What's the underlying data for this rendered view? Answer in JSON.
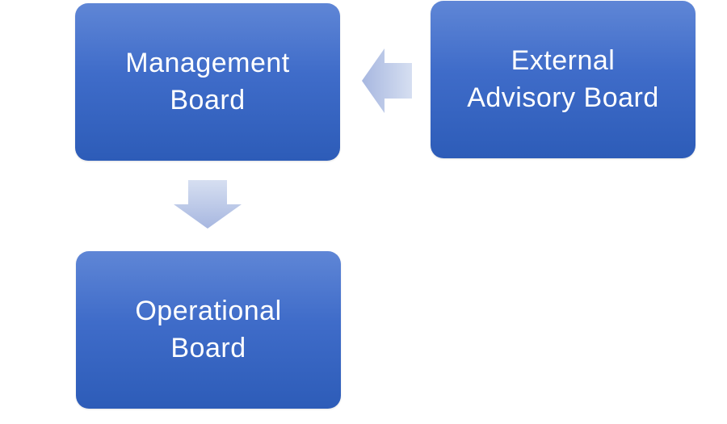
{
  "diagram": {
    "boxes": {
      "management": {
        "line1": "Management",
        "line2": "Board"
      },
      "external": {
        "line1": "External",
        "line2": "Advisory Board"
      },
      "operational": {
        "line1": "Operational",
        "line2": "Board"
      }
    },
    "colors": {
      "box_top": "#5f86d6",
      "box_bottom": "#2d5cb8",
      "arrow_light": "#d6dff1",
      "arrow_dark": "#a7b7e0",
      "text": "#ffffff"
    }
  }
}
